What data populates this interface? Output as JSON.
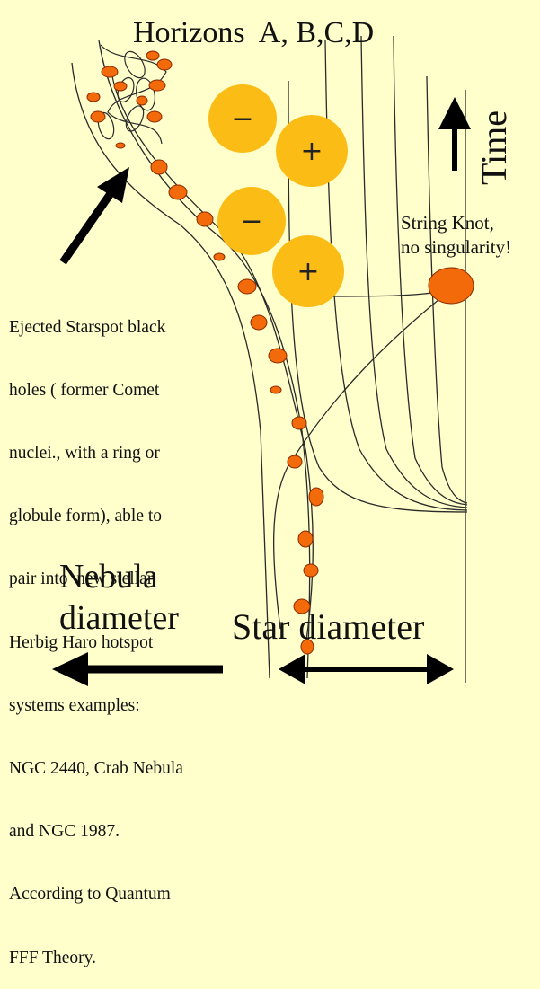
{
  "title": "Horizons  A, B,C,D",
  "time_label": "Time",
  "string_knot_label": [
    "String Knot,",
    "no singularity!"
  ],
  "description_lines": [
    "Ejected Starspot black",
    "holes ( former Comet",
    "nuclei., with a ring or",
    "globule form), able to",
    "pair into  new stellar",
    "Herbig Haro hotspot",
    "systems examples:",
    "NGC 2440, Crab Nebula",
    "and NGC 1987.",
    "According to Quantum",
    "FFF Theory."
  ],
  "nebula_label": [
    "Nebula",
    "diameter"
  ],
  "star_label": "Star diameter",
  "charges": [
    "−",
    "+",
    "−",
    "+"
  ],
  "colors": {
    "background": "#ffffcc",
    "charge_fill": "#fbbd15",
    "spot_fill": "#f26a0a",
    "spot_stroke": "#8a2a00",
    "line": "#2a2a2a"
  }
}
